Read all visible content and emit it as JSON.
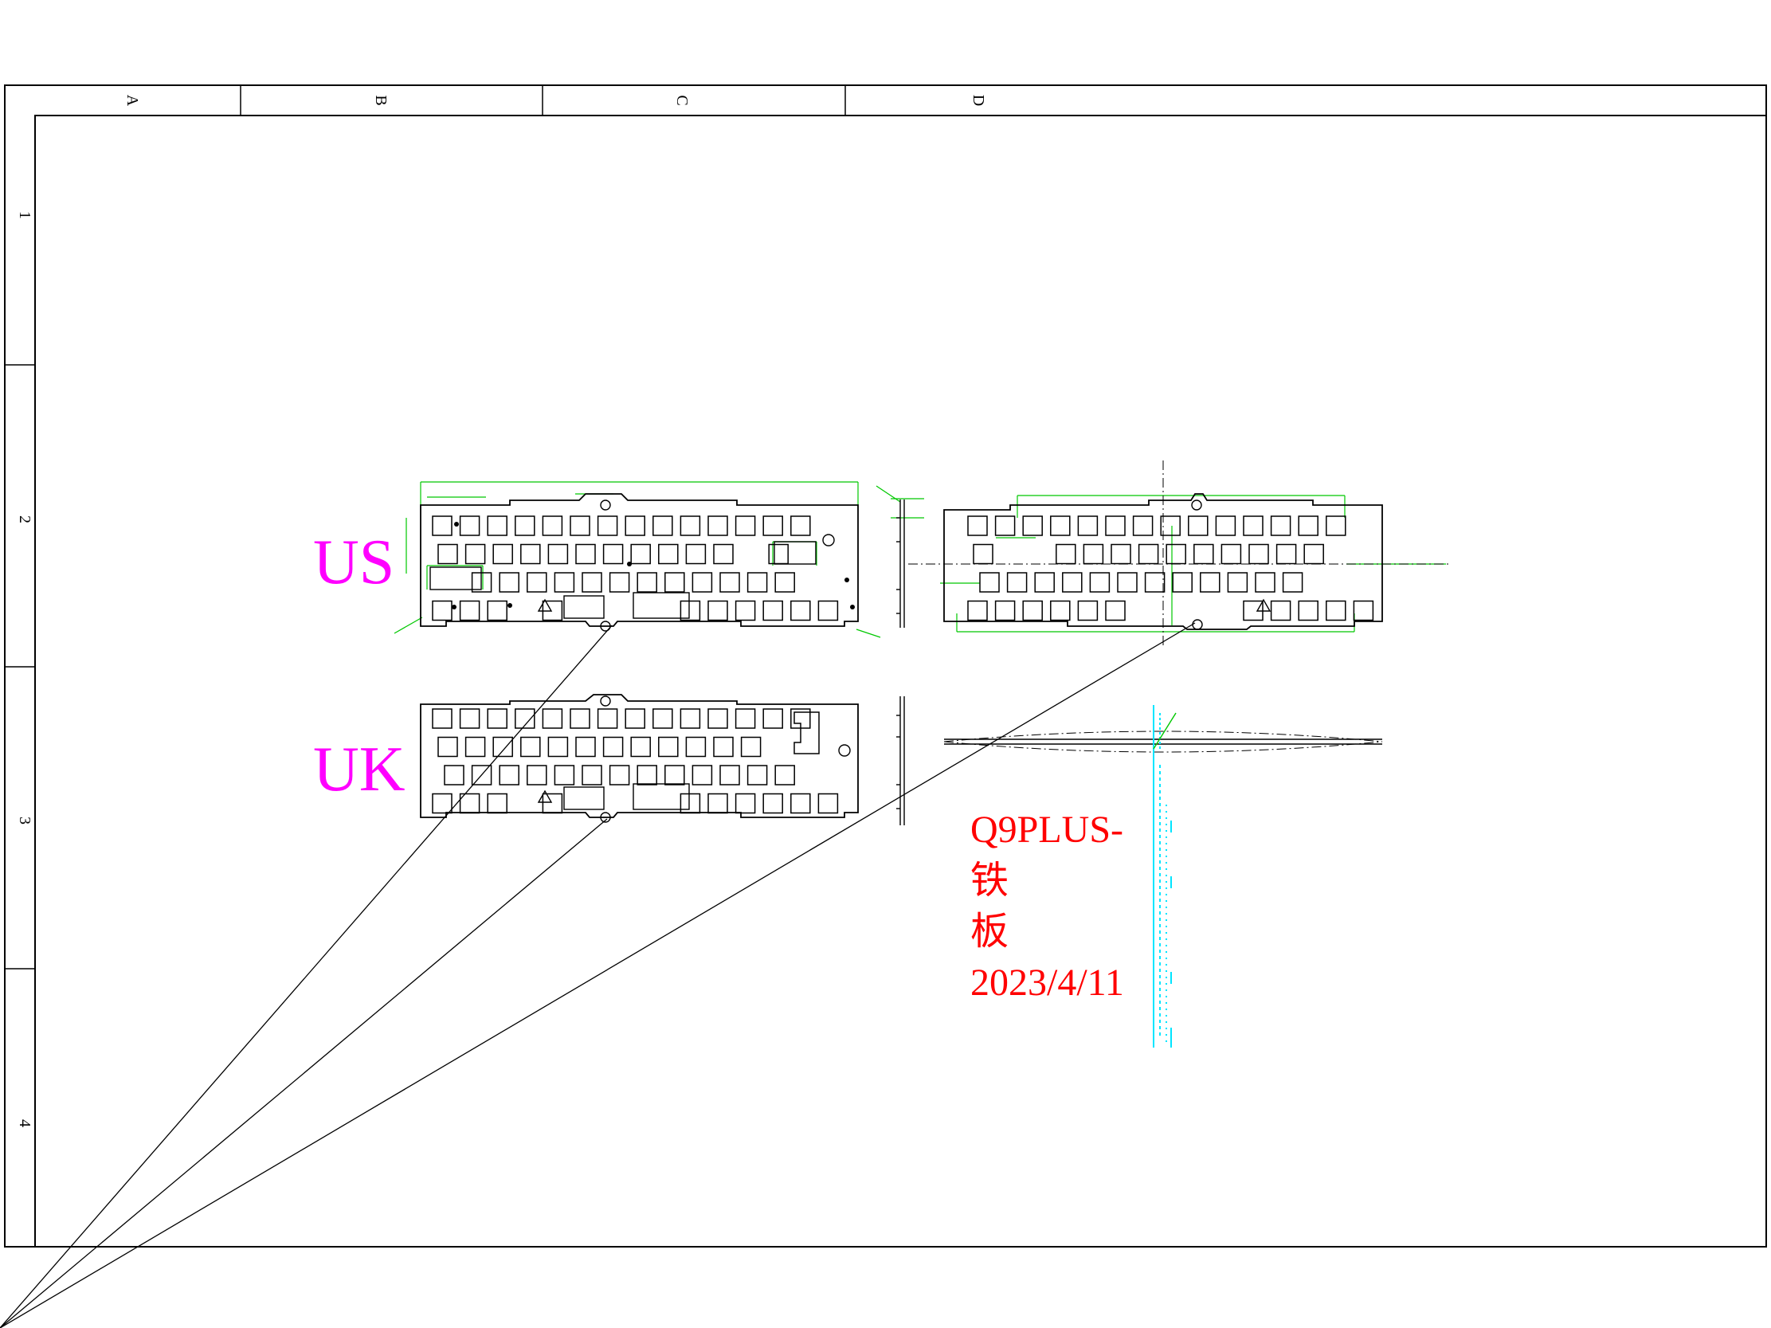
{
  "sheet": {
    "columns": [
      "A",
      "B",
      "C",
      "D"
    ],
    "rows": [
      "1",
      "2",
      "3",
      "4"
    ]
  },
  "labels": {
    "us": "US",
    "uk": "UK"
  },
  "note": {
    "line1": "Q9PLUS-",
    "line2": "铁",
    "line3": "板",
    "line4": "2023/4/11"
  },
  "colors": {
    "frame": "#000000",
    "dimension": "#00c800",
    "layout_label": "#ff00ff",
    "note": "#ff0000",
    "annotation": "#00e5ff"
  }
}
